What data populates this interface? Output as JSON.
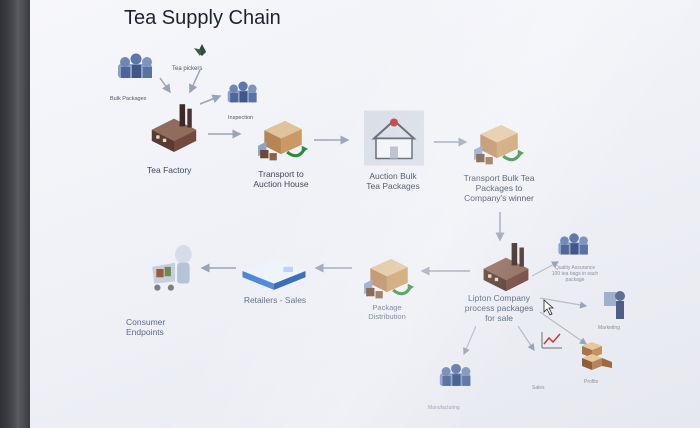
{
  "diagram": {
    "title": "Tea Supply Chain",
    "labels": {
      "tea_pickers": "Tea pickers",
      "bulk_packages": "Bulk Packages",
      "inspection": "Inspection",
      "tea_factory": "Tea Factory",
      "transport_auction_1": "Transport to",
      "transport_auction_2": "Auction House",
      "auction_bulk_1": "Auction Bulk",
      "auction_bulk_2": "Tea Packages",
      "transport_bulk_1": "Transport Bulk Tea",
      "transport_bulk_2": "Packages to",
      "transport_bulk_3": "Company's winner",
      "retailers_sales": "Retailers - Sales",
      "package_distribution_1": "Package",
      "package_distribution_2": "Distribution",
      "consumer_1": "Consumer",
      "consumer_2": "Endpoints",
      "lipton_1": "Lipton Company",
      "lipton_2": "process packages",
      "lipton_3": "for sale",
      "quality_1": "Quality Assurance",
      "quality_2": "100 tea bags in each",
      "quality_3": "package",
      "marketing": "Marketing",
      "sales": "Sales",
      "profits": "Profits",
      "manufacturing": "Manufacturing"
    },
    "colors": {
      "screen": "#eef0f6",
      "arrow": "#9aa3b6",
      "building": "#5a3b34",
      "box": "#c99a63",
      "truck": "#8fa3c4"
    }
  }
}
